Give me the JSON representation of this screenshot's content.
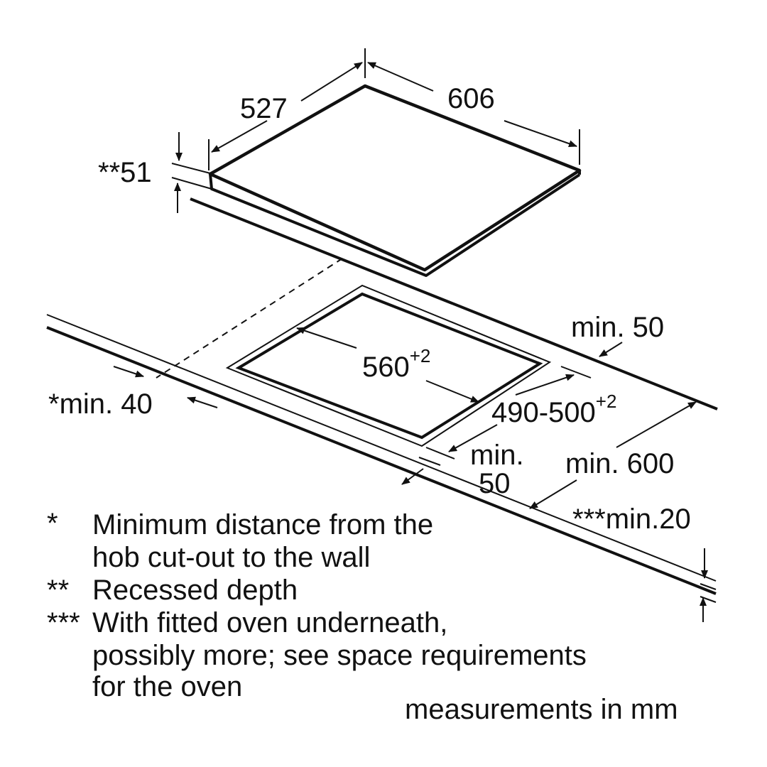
{
  "dimensions": {
    "hob_depth": "527",
    "hob_width": "606",
    "recess_depth": "**51",
    "cutout_width": "560",
    "cutout_width_tol": "+2",
    "cutout_depth": "490-500",
    "cutout_depth_tol": "+2",
    "rear_clearance": "min. 50",
    "wall_clearance": "*min. 40",
    "front_clearance_line1": "min.",
    "front_clearance_line2": "50",
    "worktop_depth": "min. 600",
    "worktop_thickness": "***min.20"
  },
  "notes": [
    {
      "mark": "*",
      "lines": [
        "Minimum distance from the",
        "hob cut-out to the wall"
      ]
    },
    {
      "mark": "**",
      "lines": [
        "Recessed depth"
      ]
    },
    {
      "mark": "***",
      "lines": [
        "With fitted oven underneath,",
        "possibly more; see space requirements",
        "for the oven"
      ]
    }
  ],
  "units_note": "measurements in mm",
  "colors": {
    "line": "#111111",
    "background": "#ffffff"
  }
}
